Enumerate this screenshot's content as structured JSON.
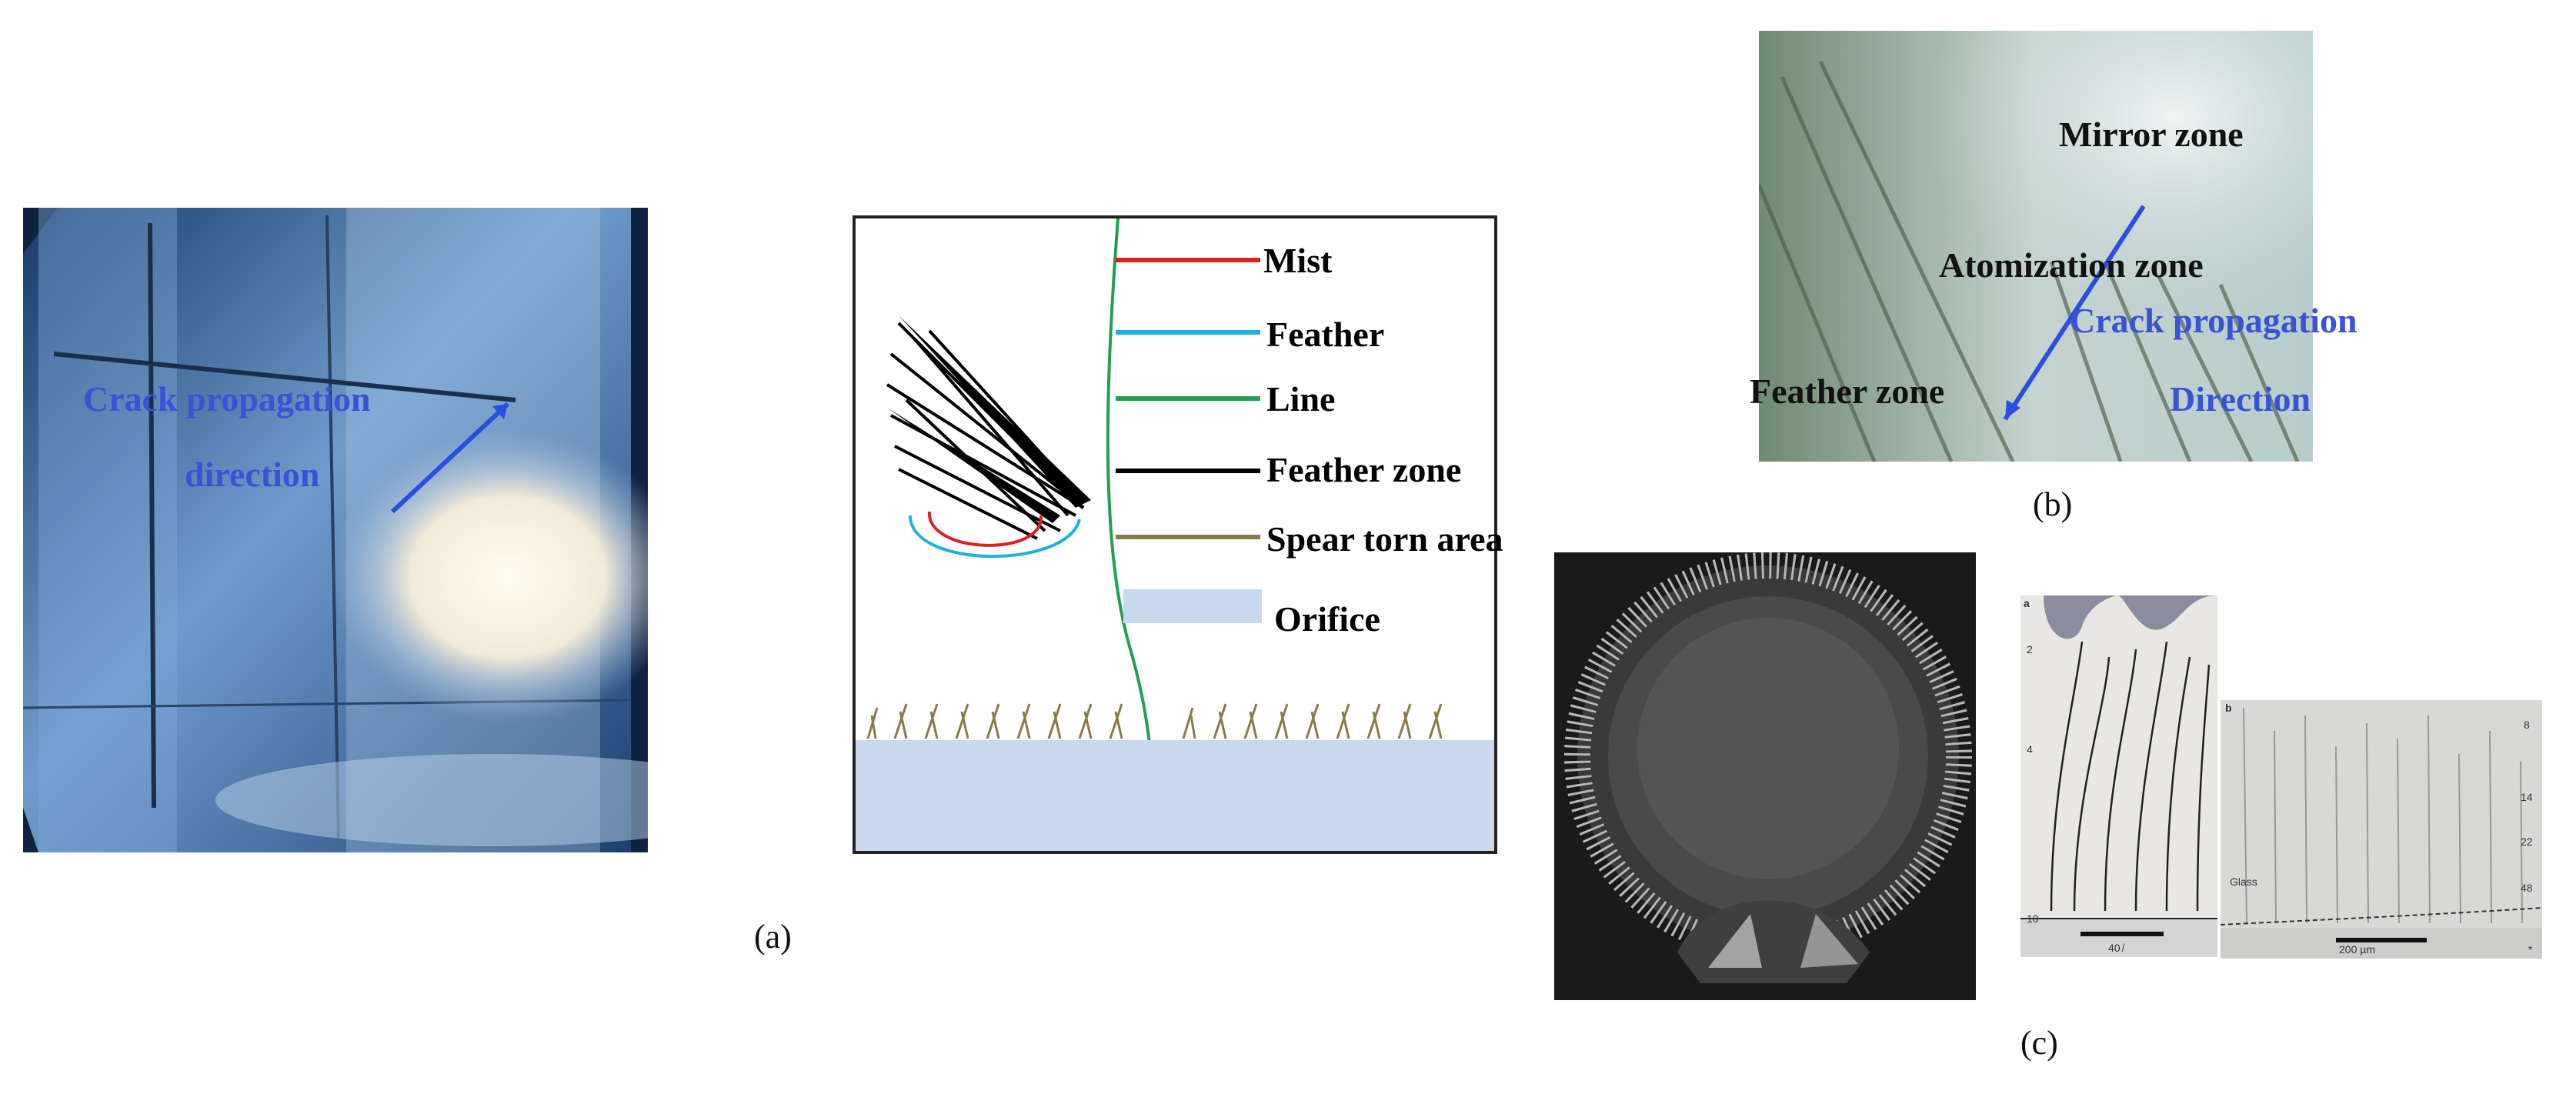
{
  "photo_left": {
    "label_line1": "Crack propagation",
    "label_line2": "direction"
  },
  "schematic": {
    "legend": [
      {
        "label": "Mist",
        "color": "#e02020",
        "kind": "line"
      },
      {
        "label": "Feather",
        "color": "#20b0e0",
        "kind": "line"
      },
      {
        "label": "Line",
        "color": "#20a050",
        "kind": "line"
      },
      {
        "label": "Feather zone",
        "color": "#000000",
        "kind": "line"
      },
      {
        "label": "Spear torn area",
        "color": "#8a7a4a",
        "kind": "line"
      },
      {
        "label": "Orifice",
        "color": "#c8d8ee",
        "kind": "box"
      }
    ]
  },
  "photo_b": {
    "mirror_zone": "Mirror zone",
    "atomization_zone": "Atomization zone",
    "crack_line1": "Crack propagation",
    "crack_line2": "Direction",
    "feather_zone": "Feather zone"
  },
  "micro_right": {
    "panel_a": "a",
    "panel_b": "b",
    "ticks_a": [
      "2",
      "4",
      "10"
    ],
    "ticks_b": [
      "8",
      "14",
      "22",
      "48"
    ],
    "glass": "Glass",
    "scale_a": "40 ̸",
    "scale_b": "200 µm",
    "asterisk": "*"
  },
  "captions": {
    "a": "(a)",
    "b": "(b)",
    "c": "(c)"
  }
}
